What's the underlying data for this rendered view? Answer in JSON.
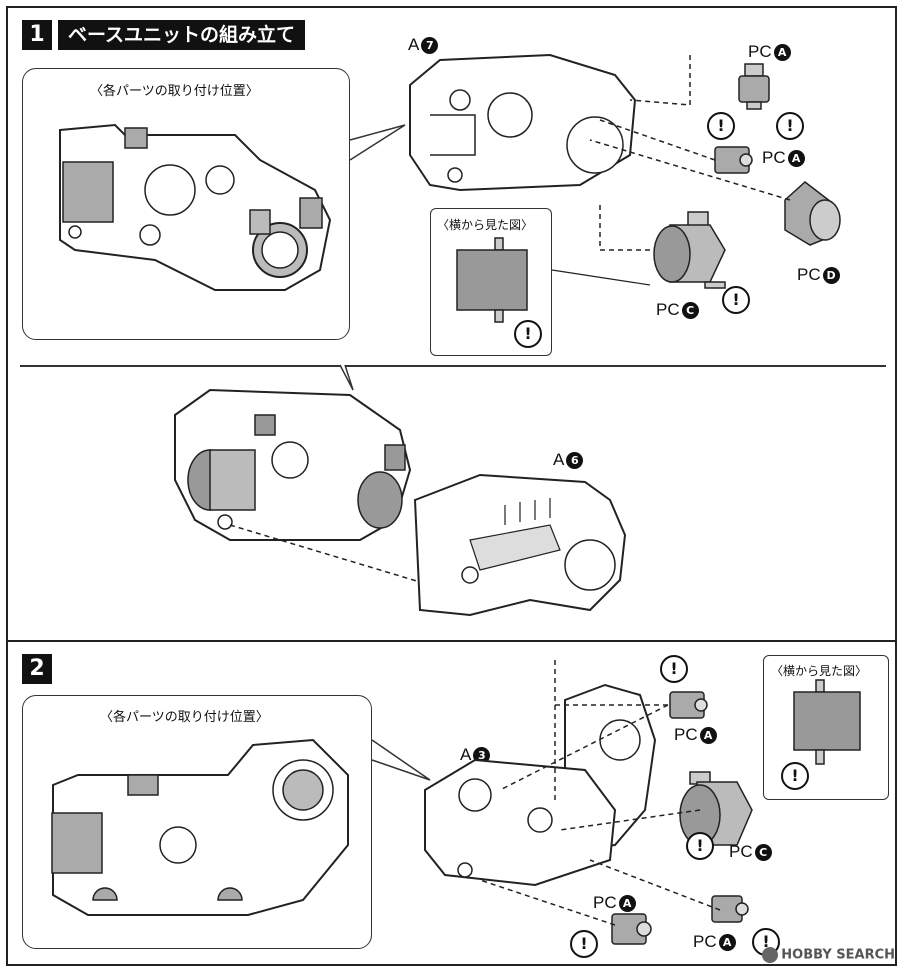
{
  "step1": {
    "number": "1",
    "title": "ベースユニットの組み立て",
    "callout_title": "〈各パーツの取り付け位置〉",
    "side_view_title": "〈横から見た図〉",
    "part_a7": {
      "letter": "A",
      "num": "7"
    },
    "part_a6": {
      "letter": "A",
      "num": "6"
    },
    "pc_a_top": {
      "prefix": "PC",
      "code": "A"
    },
    "pc_a_mid": {
      "prefix": "PC",
      "code": "A"
    },
    "pc_c": {
      "prefix": "PC",
      "code": "C"
    },
    "pc_d": {
      "prefix": "PC",
      "code": "D"
    }
  },
  "step2": {
    "number": "2",
    "callout_title": "〈各パーツの取り付け位置〉",
    "side_view_title": "〈横から見た図〉",
    "part_a3": {
      "letter": "A",
      "num": "3"
    },
    "pc_a_top": {
      "prefix": "PC",
      "code": "A"
    },
    "pc_c": {
      "prefix": "PC",
      "code": "C"
    },
    "pc_a_bottom_left": {
      "prefix": "PC",
      "code": "A"
    },
    "pc_a_bottom_right": {
      "prefix": "PC",
      "code": "A"
    }
  },
  "warning_symbol": "!",
  "watermark": {
    "text": "HOBBY SEARCH"
  }
}
